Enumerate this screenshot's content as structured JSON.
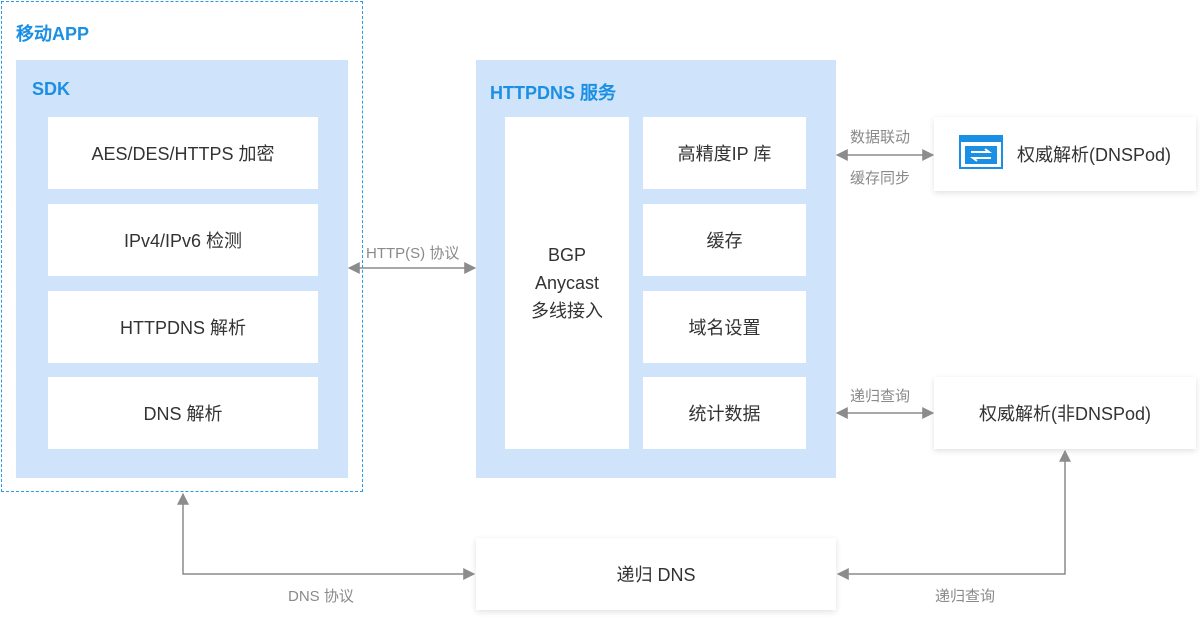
{
  "app": {
    "title": "移动APP"
  },
  "sdk": {
    "title": "SDK",
    "items": [
      "AES/DES/HTTPS 加密",
      "IPv4/IPv6 检测",
      "HTTPDNS 解析",
      "DNS 解析"
    ]
  },
  "service": {
    "title": "HTTPDNS 服务",
    "bgp_lines": [
      "BGP",
      "Anycast",
      "多线接入"
    ],
    "items": [
      "高精度IP 库",
      "缓存",
      "域名设置",
      "统计数据"
    ]
  },
  "external": {
    "dnspod": "权威解析(DNSPod)",
    "non_dnspod": "权威解析(非DNSPod)",
    "recursive_dns": "递归 DNS"
  },
  "links": {
    "http_protocol": "HTTP(S) 协议",
    "data_link": "数据联动",
    "cache_sync": "缓存同步",
    "recursive_query_1": "递归查询",
    "dns_protocol": "DNS 协议",
    "recursive_query_2": "递归查询"
  },
  "colors": {
    "accent": "#1a8fe3",
    "panel": "#cfe3fb",
    "arrow": "#8c8c8c"
  },
  "icons": {
    "dnspod": "exchange-arrows-icon"
  }
}
